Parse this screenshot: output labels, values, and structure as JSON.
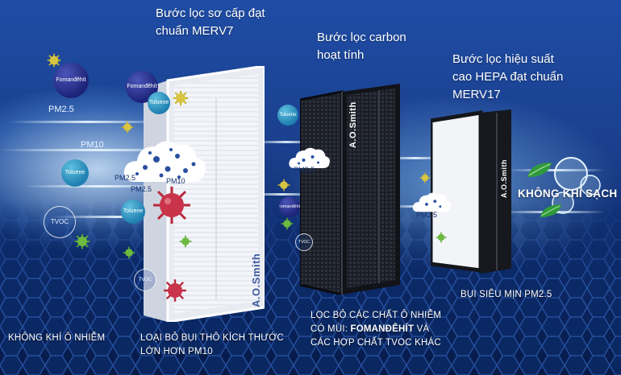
{
  "filters": {
    "merv7": {
      "heading_line1": "Bước lọc sơ cấp đạt",
      "heading_line2": "chuẩn MERV7",
      "brand": "A.O.Smith"
    },
    "carbon": {
      "heading_line1": "Bước lọc carbon",
      "heading_line2": "hoạt tính",
      "brand": "A.O.Smith"
    },
    "hepa": {
      "heading_line1": "Bước lọc hiệu suất",
      "heading_line2": "cao HEPA đạt chuẩn",
      "heading_line3": "MERV17",
      "brand": "A.O.Smith"
    }
  },
  "captions": {
    "polluted_air": "KHÔNG KHÍ Ô NHIỄM",
    "merv7_line1": "LOẠI BỎ BỤI THÔ KÍCH THƯỚC",
    "merv7_line2": "LỚN HƠN PM10",
    "carbon_line1": "LỌC BỎ CÁC CHẤT Ô NHIỄM",
    "carbon_line2_prefix": "CÓ MÙI: ",
    "carbon_line2_bold": "FOMANĐÊHÍT",
    "carbon_line2_suffix": " VÀ",
    "carbon_line3": "CÁC HỢP CHẤT TVOC KHÁC",
    "hepa": "BỤI SIÊU MỊN PM2.5",
    "clean_air": "KHÔNG KHÍ SẠCH"
  },
  "pollutants": {
    "fomandehit": "Fomanđêhít",
    "toluene": "Toluene",
    "tvoc": "TVOC",
    "pm25": "PM2.5",
    "pm10": "PM10"
  },
  "colors": {
    "background_top": "#1f4da6",
    "background_bottom": "#061a48",
    "chip_navy": "#1c2378",
    "chip_teal": "#1f7fb0",
    "germ_red": "#b8283a",
    "germ_yellow": "#c9b32a",
    "germ_green": "#5aa833",
    "leaf_green": "#2f9a3c"
  }
}
